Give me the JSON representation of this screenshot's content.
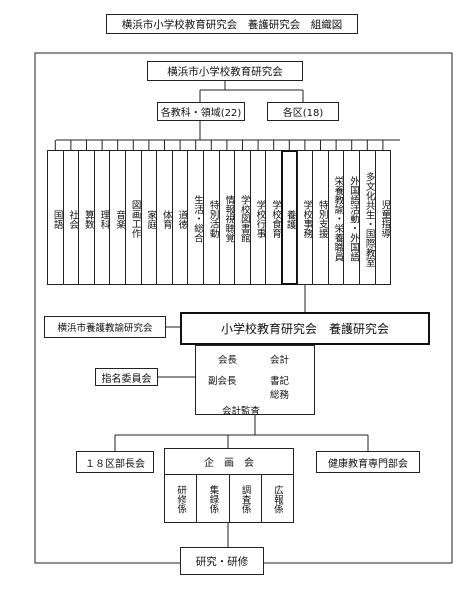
{
  "title": "横浜市小学校教育研究会　養護研究会　組織図",
  "root": "横浜市小学校教育研究会",
  "branch_subjects": "各教科・領域(22)",
  "branch_wards": "各区(18)",
  "subjects": [
    "国語",
    "社会",
    "算数",
    "理科",
    "音楽",
    "図画工作",
    "家庭",
    "体育",
    "道徳",
    "生活・総合",
    "特別活動",
    "情報視聴覚",
    "学校図書館",
    "学校行事",
    "学校食育",
    "養護",
    "学校事務",
    "特別支援",
    "栄養教諭・栄養職員",
    "外国語活動・外国語",
    "多文化共生・国際教室",
    "児童指導"
  ],
  "yogo_kyoyu": "横浜市養護教諭研究会",
  "main_org": "小学校教育研究会　養護研究会",
  "officers": {
    "kaicho": "会長",
    "kaikei": "会計",
    "fukukaicho": "副会長",
    "shoki": "書記",
    "somu": "総務",
    "kansa": "会計監査"
  },
  "shimei": "指名委員会",
  "ku_bucho": "１８区部長会",
  "kikaku": "企　画　会",
  "kikaku_sub": [
    "研修係",
    "集録係",
    "調査係",
    "広報係"
  ],
  "kenko": "健康教育専門部会",
  "kenkyu": "研究・研修"
}
